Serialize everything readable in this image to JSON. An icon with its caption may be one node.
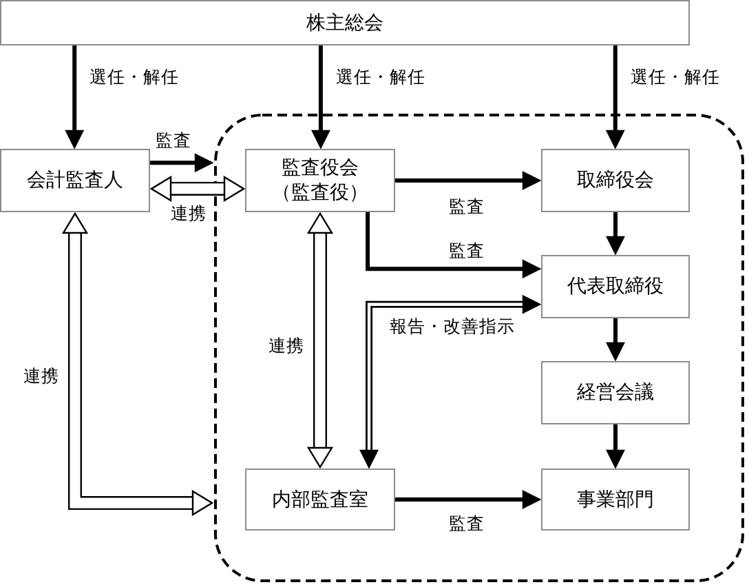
{
  "diagram": {
    "nodes": [
      {
        "text": [
          "株主総会"
        ]
      },
      {
        "text": [
          "会計監査人"
        ]
      },
      {
        "text": [],
        "shape": "box"
      },
      {
        "text": [
          "監査役会",
          "（監査役）"
        ],
        "in": 2
      },
      {
        "text": [
          "取締役会"
        ],
        "in": 2
      },
      {
        "text": [
          "代表取締役"
        ],
        "in": 2
      },
      {
        "text": [
          "経営会議"
        ],
        "in": 2
      },
      {
        "text": [
          "内部監査室"
        ],
        "in": 2
      },
      {
        "text": [
          "事業部門"
        ],
        "in": 2
      }
    ],
    "edges": [
      {
        "from": 0,
        "to": 1,
        "arrow": "to",
        "label": "選任・解任"
      },
      {
        "from": 0,
        "to": 3,
        "arrow": "to",
        "label": "選任・解任"
      },
      {
        "from": 0,
        "to": 4,
        "arrow": "to",
        "label": "選任・解任"
      },
      {
        "from": 1,
        "to": 2,
        "arrow": "to",
        "label": "監査"
      },
      {
        "from": 1,
        "to": 3,
        "arrow": "both",
        "label": "連携",
        "style": "thick"
      },
      {
        "from": 1,
        "to": 2,
        "arrow": "both",
        "label": "連携",
        "style": "thick"
      },
      {
        "from": 3,
        "to": 4,
        "arrow": "to",
        "label": "監査"
      },
      {
        "from": 3,
        "to": 5,
        "arrow": "to",
        "label": "監査"
      },
      {
        "from": 3,
        "to": 7,
        "arrow": "both",
        "label": "連携",
        "style": "thick"
      },
      {
        "from": 5,
        "to": 7,
        "arrow": "both",
        "label": "報告・改善指示"
      },
      {
        "from": 4,
        "to": 5,
        "arrow": "to"
      },
      {
        "from": 5,
        "to": 6,
        "arrow": "to"
      },
      {
        "from": 6,
        "to": 8,
        "arrow": "to"
      },
      {
        "from": 7,
        "to": 8,
        "arrow": "to",
        "label": "監査"
      }
    ]
  }
}
